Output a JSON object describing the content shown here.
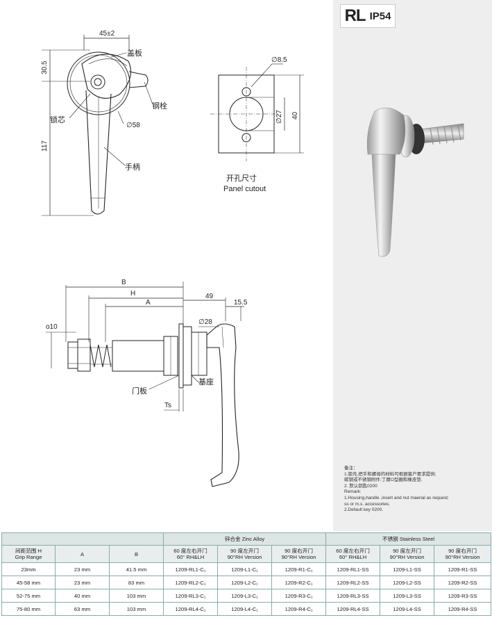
{
  "header": {
    "code": "RL",
    "rating": "IP54"
  },
  "drawing": {
    "front": {
      "width_dim": "45±2",
      "height_top_dim": "30.5",
      "height_total_dim": "117",
      "diameter_dim": "∅58",
      "labels": {
        "cover": "盖板",
        "bolt": "钢栓",
        "core": "锁芯",
        "handle": "手柄"
      }
    },
    "cutout": {
      "hole_dim": "∅8.5",
      "inner_dim": "∅27",
      "outer_dim": "40",
      "title_cn": "开孔尺寸",
      "title_en": "Panel cutout"
    },
    "side": {
      "dim_b": "B",
      "dim_h": "H",
      "dim_a": "A",
      "dim_49": "49",
      "dim_15": "15.5",
      "dim_d10": "o10",
      "dim_d28": "∅28",
      "dim_ts": "Ts",
      "labels": {
        "door": "门板",
        "base": "基座"
      }
    }
  },
  "remark": {
    "lines": [
      "备注：",
      "1.锁壳,把手和螺母的材料可根据客户要求提供;",
      "碳钢或不锈钢附件;丁腈O型圈和橡皮垫.",
      "2. 默认钥匙0200",
      "Remark:",
      "1.Housing,handle ,insert and nut maerial as request;",
      "ss or m.s. accessories.",
      "2.Default key 0200."
    ]
  },
  "table": {
    "zinc_header": "锌合金 Zinc Alloy",
    "ss_header": "不锈钢 Stainless Steel",
    "col_headers": [
      [
        "间距范围 H",
        "Grip Range"
      ],
      [
        "A"
      ],
      [
        "B"
      ],
      [
        "60 度左右开门",
        "60° RH&LH"
      ],
      [
        "90 度左开门",
        "90°RH Version"
      ],
      [
        "90 度右开门",
        "90°RH Version"
      ],
      [
        "60 度左右开门",
        "60° RH&LH"
      ],
      [
        "90 度左开门",
        "90°RH Version"
      ],
      [
        "90 度右开门",
        "90°RH Version"
      ]
    ],
    "rows": [
      [
        "23mm",
        "23 mm",
        "41.5 mm",
        "1209-RL1-C₁",
        "1209-L1-C₁",
        "1209-R1-C₁",
        "1209-RL1-SS",
        "1209-L1-SS",
        "1209-R1-SS"
      ],
      [
        "45-58 mm",
        "23 mm",
        "83 mm",
        "1209-RL2-C₁",
        "1209-L2-C₁",
        "1209-R2-C₁",
        "1209-RL2-SS",
        "1209-L2-SS",
        "1209-R2-SS"
      ],
      [
        "52-75 mm",
        "40 mm",
        "103 mm",
        "1209-RL3-C₁",
        "1209-L3-C₁",
        "1209-R3-C₁",
        "1209-RL3-SS",
        "1209-L3-SS",
        "1209-R3-SS"
      ],
      [
        "75-80 mm",
        "63 mm",
        "103 mm",
        "1209-RL4-C₁",
        "1209-L4-C₁",
        "1209-R4-C₁",
        "1209-RL4-SS",
        "1209-L4-SS",
        "1209-R4-SS"
      ]
    ]
  }
}
